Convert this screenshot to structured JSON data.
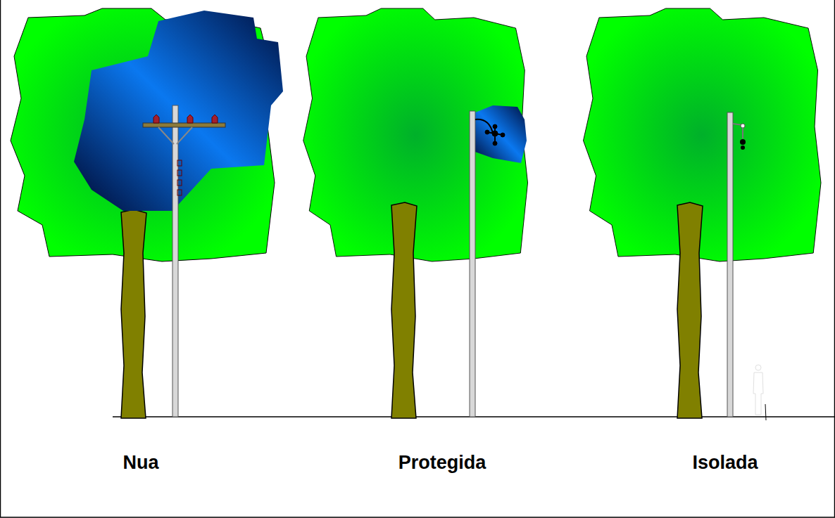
{
  "diagram": {
    "labels": [
      "Nua",
      "Protegida",
      "Isolada"
    ]
  }
}
